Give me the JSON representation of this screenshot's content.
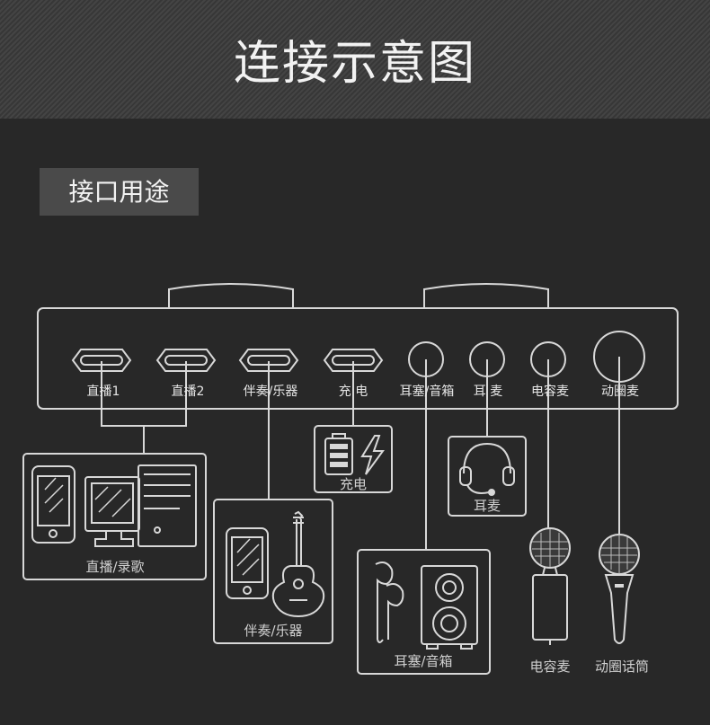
{
  "header": {
    "title": "连接示意图"
  },
  "section": {
    "label": "接口用途"
  },
  "ports": [
    {
      "label": "直播1"
    },
    {
      "label": "直播2"
    },
    {
      "label": "伴奏/乐器"
    },
    {
      "label": "充 电"
    },
    {
      "label": "耳塞/音箱"
    },
    {
      "label": "耳 麦"
    },
    {
      "label": "电容麦"
    },
    {
      "label": "动圈麦"
    }
  ],
  "devices": {
    "live_record": "直播/录歌",
    "accompaniment": "伴奏/乐器",
    "charging": "充电",
    "headset": "耳麦",
    "earphone_speaker": "耳塞/音箱",
    "condenser_mic": "电容麦",
    "dynamic_mic": "动圈话筒"
  },
  "colors": {
    "background": "#282828",
    "line": "#d8d8d8",
    "text": "#f2f2f2"
  }
}
